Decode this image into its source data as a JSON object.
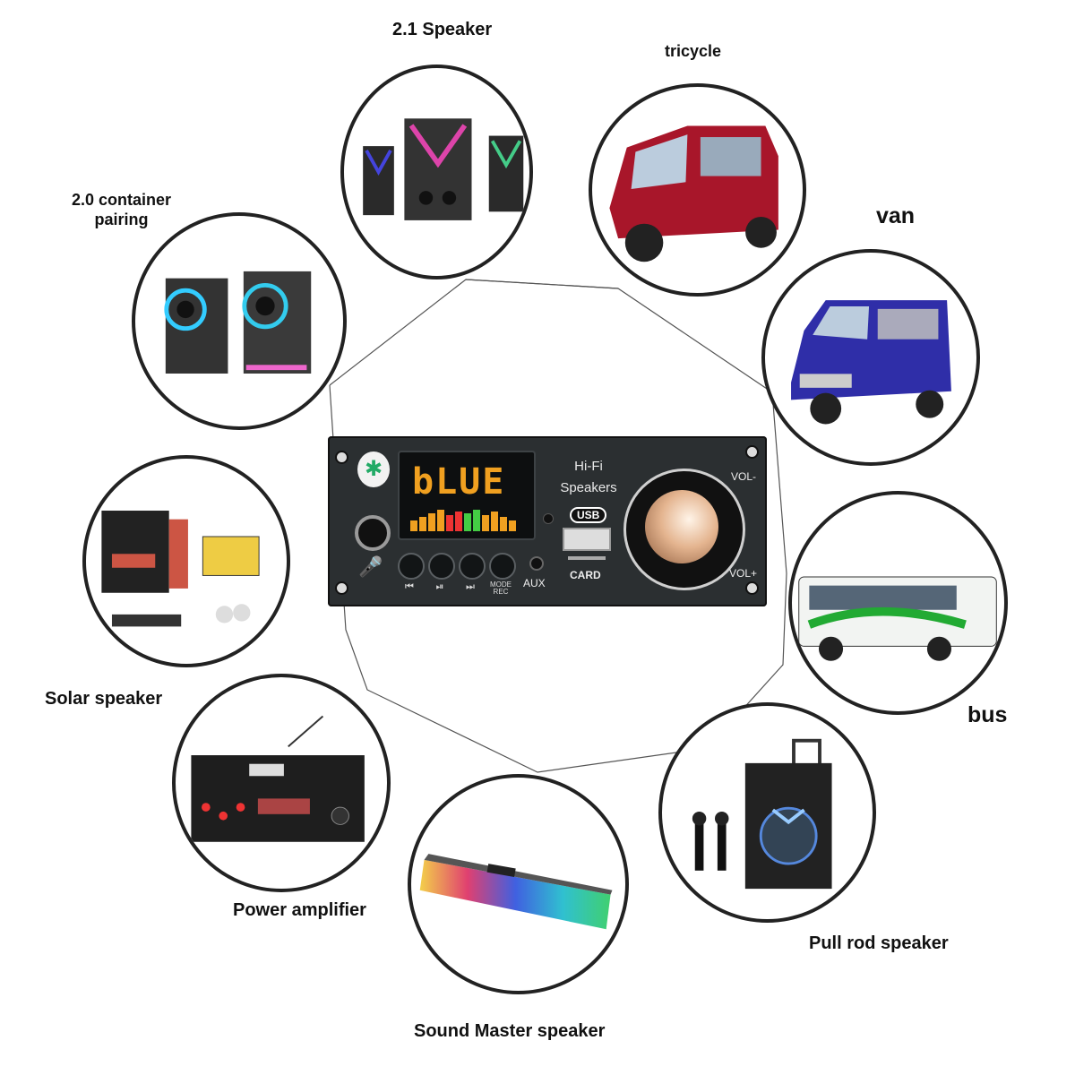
{
  "labels": {
    "speaker_21": "2.1 Speaker",
    "tricycle": "tricycle",
    "container_line1": "2.0 container",
    "container_line2": "pairing",
    "van": "van",
    "solar": "Solar speaker",
    "bus": "bus",
    "power_amp": "Power amplifier",
    "pull_rod": "Pull rod speaker",
    "sound_master": "Sound Master speaker"
  },
  "board": {
    "display_text": "bLUE",
    "hifi_line1": "Hi-Fi",
    "hifi_line2": "Speakers",
    "usb_label": "USB",
    "card_label": "CARD",
    "aux_label": "AUX",
    "vol_minus": "VOL-",
    "vol_plus": "VOL+",
    "btn_prev": "⏮",
    "btn_play": "⏯",
    "btn_next": "⏭",
    "btn_mode": "MODE REC"
  },
  "icons": {
    "bluetooth": "bluetooth-icon",
    "mic": "microphone-icon"
  },
  "colors": {
    "outline": "#222222",
    "board": "#2b2f31",
    "display_text": "#f0a020"
  }
}
